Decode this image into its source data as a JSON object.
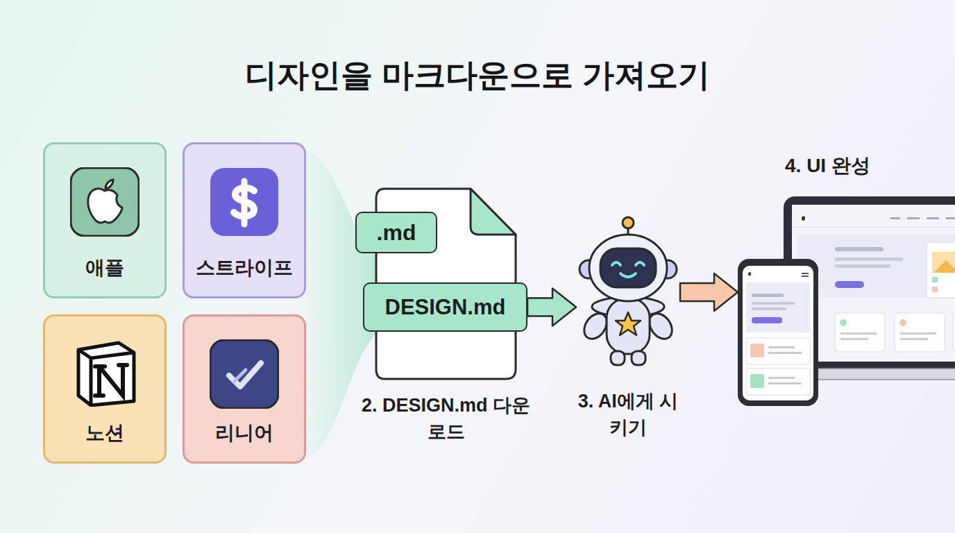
{
  "diagram": {
    "title": "디자인을 마크다운으로 가져오기",
    "nodes": [
      {
        "text": [
          "애플"
        ]
      },
      {
        "text": [
          "스트라이프"
        ]
      },
      {
        "text": [
          "노션"
        ]
      },
      {
        "text": [
          "리니어"
        ]
      },
      {
        "text": [
          "2. DESIGN.md 다운로드"
        ]
      },
      {
        "text": [
          ".md"
        ],
        "in": 4
      },
      {
        "text": [
          "DESIGN.md"
        ],
        "in": 4
      },
      {
        "text": [
          "3. AI에게 시키기"
        ]
      },
      {
        "text": [
          "4. UI 완성"
        ]
      }
    ],
    "edges": [
      {
        "from": 6,
        "to": 7,
        "arrow": "to"
      },
      {
        "from": 7,
        "to": 8,
        "arrow": "to"
      }
    ]
  }
}
